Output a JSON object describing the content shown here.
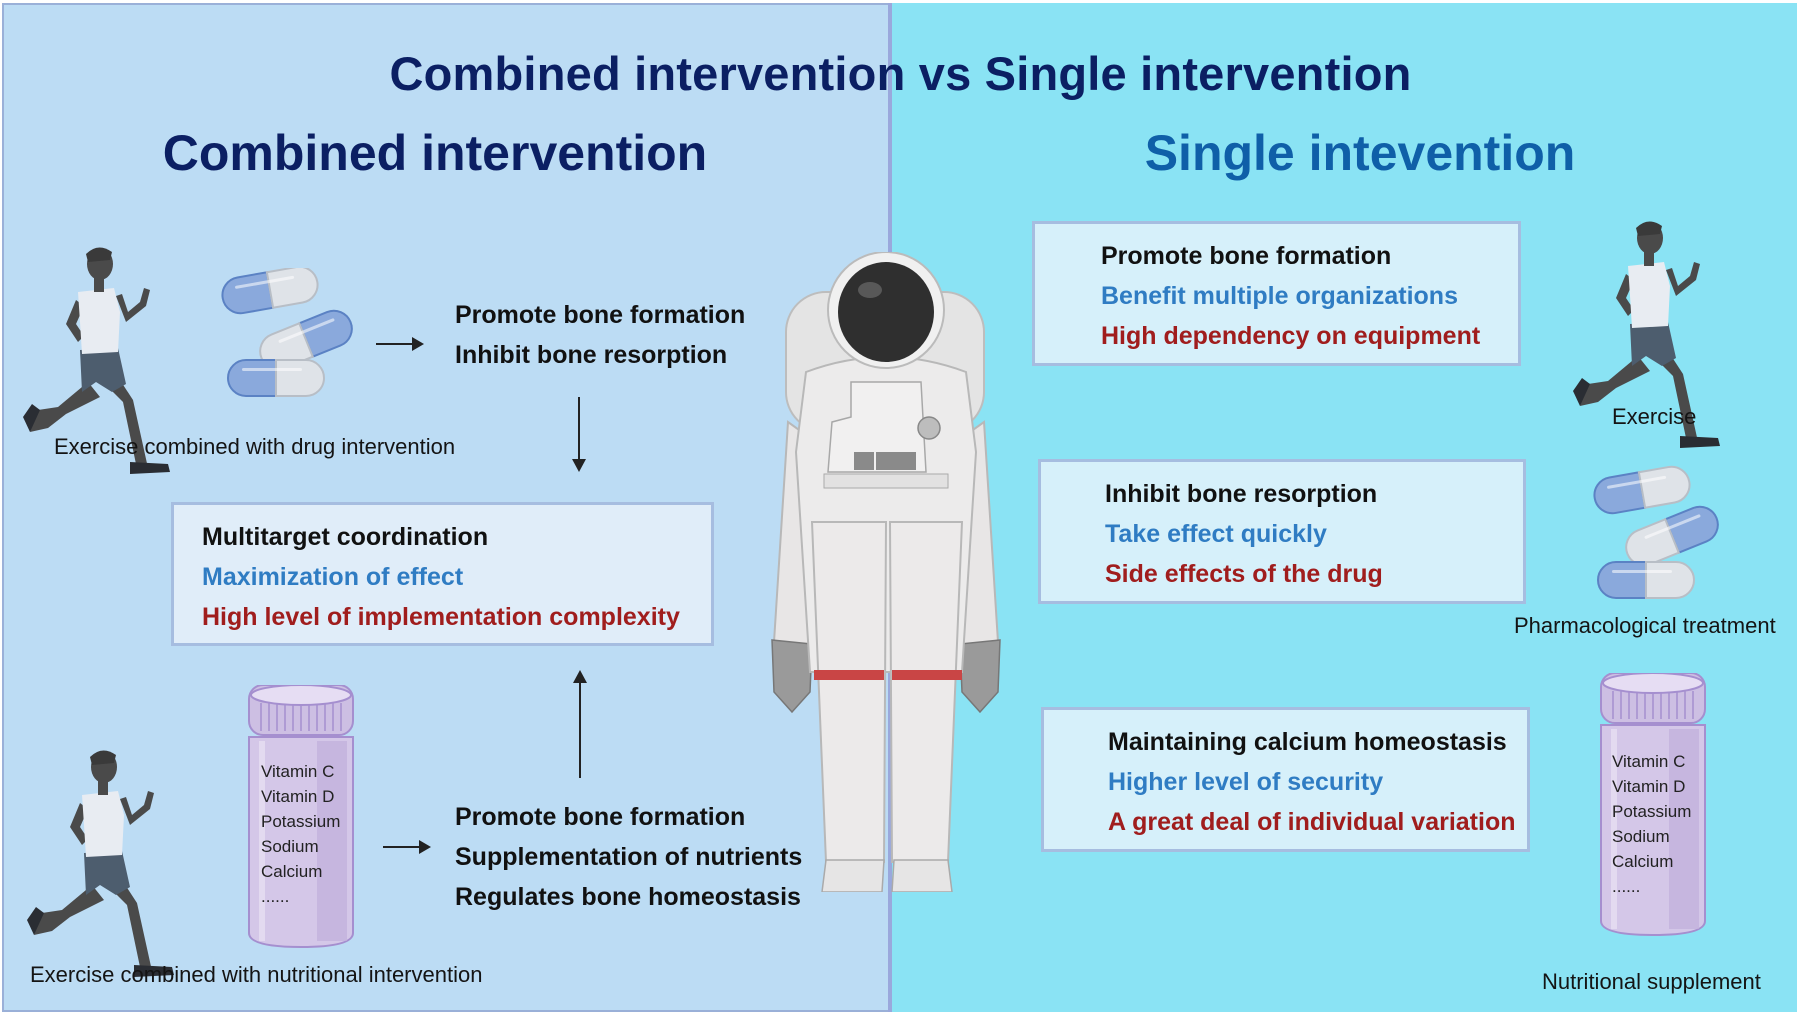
{
  "title": "Combined intervention vs Single intervention",
  "left_panel": {
    "heading": "Combined intervention",
    "background": "#bcdcf4",
    "drug_row": {
      "caption": "Exercise combined with drug intervention",
      "effects": [
        "Promote bone formation",
        "Inhibit bone resorption"
      ],
      "icons": [
        "runner-icon",
        "capsules-icon",
        "arrow-right-icon"
      ]
    },
    "center_box": {
      "lines": [
        {
          "text": "Multitarget coordination",
          "color": "#111111"
        },
        {
          "text": "Maximization of effect",
          "color": "#2f7cc3"
        },
        {
          "text": "High level of implementation complexity",
          "color": "#a01d1d"
        }
      ]
    },
    "nutrition_row": {
      "caption": "Exercise combined with nutritional intervention",
      "bottle_items": [
        "Vitamin C",
        "Vitamin D",
        "Potassium",
        "Sodium",
        "Calcium",
        "......"
      ],
      "effects": [
        "Promote bone formation",
        "Supplementation of nutrients",
        "Regulates bone homeostasis"
      ],
      "icons": [
        "runner-icon",
        "supplement-bottle-icon",
        "arrow-right-icon"
      ]
    }
  },
  "center": {
    "figure": "astronaut-icon"
  },
  "right_panel": {
    "heading": "Single intevention",
    "background": "#8ae3f4",
    "boxes": [
      {
        "lines": [
          {
            "text": "Promote bone formation",
            "color": "#111111"
          },
          {
            "text": "Benefit multiple organizations",
            "color": "#2f7cc3"
          },
          {
            "text": "High dependency on equipment",
            "color": "#a01d1d"
          }
        ],
        "icon": "runner-icon",
        "caption": "Exercise"
      },
      {
        "lines": [
          {
            "text": "Inhibit bone resorption",
            "color": "#111111"
          },
          {
            "text": "Take effect quickly",
            "color": "#2f7cc3"
          },
          {
            "text": "Side effects of the drug",
            "color": "#a01d1d"
          }
        ],
        "icon": "capsules-icon",
        "caption": "Pharmacological treatment"
      },
      {
        "lines": [
          {
            "text": "Maintaining calcium homeostasis",
            "color": "#111111"
          },
          {
            "text": "Higher level of security",
            "color": "#2f7cc3"
          },
          {
            "text": "A great deal of individual variation",
            "color": "#a01d1d"
          }
        ],
        "icon": "supplement-bottle-icon",
        "caption": "Nutritional supplement",
        "bottle_items": [
          "Vitamin C",
          "Vitamin D",
          "Potassium",
          "Sodium",
          "Calcium",
          "......"
        ]
      }
    ]
  },
  "colors": {
    "title": "#0b1f63",
    "single_heading": "#0f5fa8",
    "positive": "#2f7cc3",
    "negative": "#a01d1d"
  }
}
